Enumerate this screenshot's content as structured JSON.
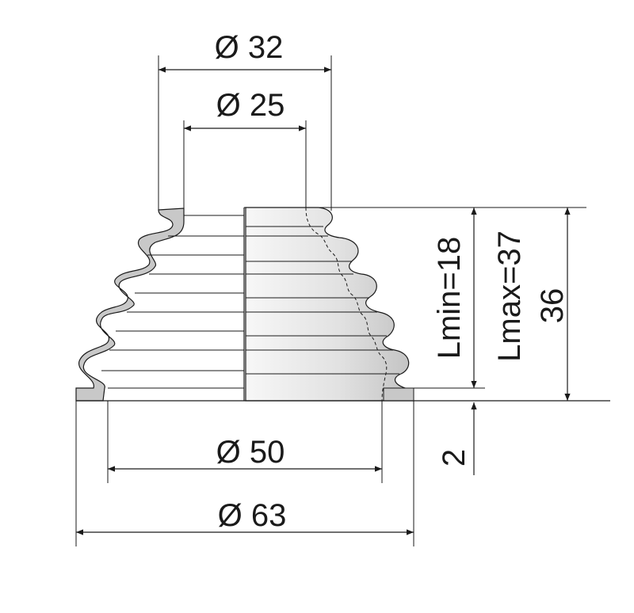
{
  "drawing": {
    "dimensions": {
      "top_outer_diameter": "Ø 32",
      "top_inner_diameter": "Ø 25",
      "bottom_inner_diameter": "Ø 50",
      "bottom_outer_diameter": "Ø 63",
      "min_length": "Lmin=18",
      "max_length": "Lmax=37",
      "total_height": "36",
      "flange_thickness": "2"
    },
    "colors": {
      "line": "#1a1a1a",
      "fill_gray": "#c8c8c8",
      "fill_light": "#f4f4f4"
    }
  }
}
